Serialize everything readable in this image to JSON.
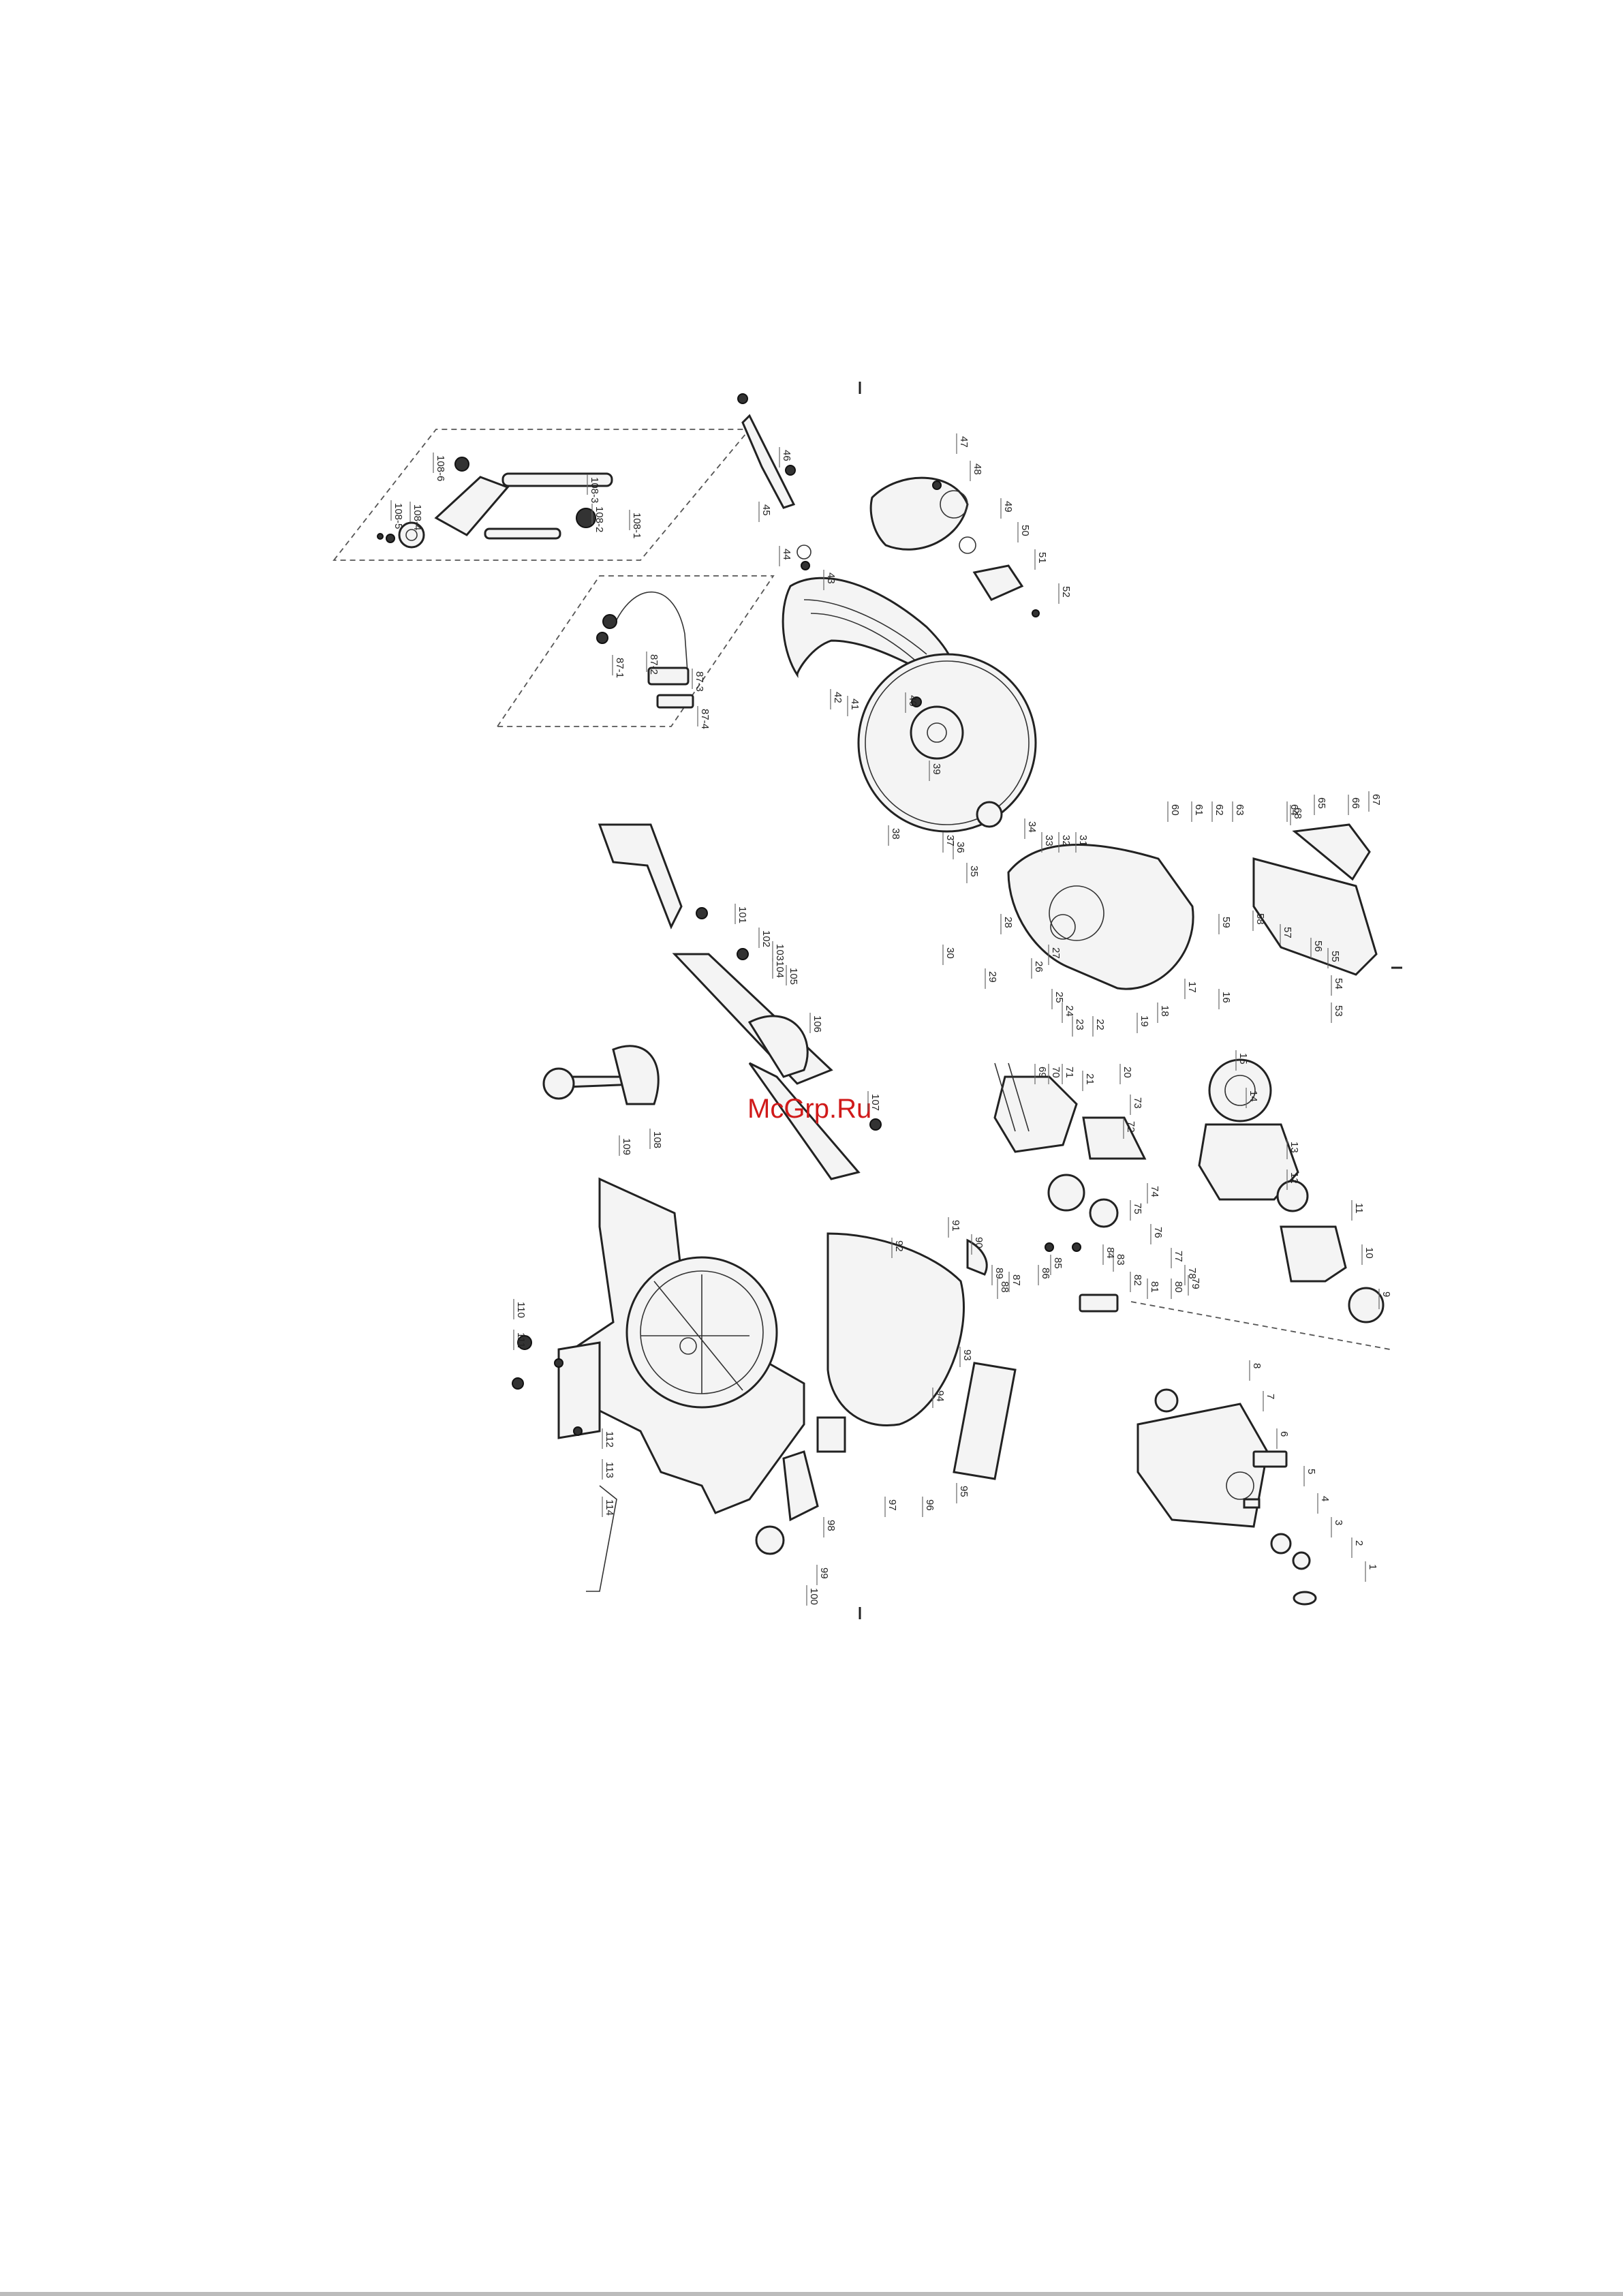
{
  "watermark": "McGrp.Ru",
  "parts": [
    {
      "id": "1"
    },
    {
      "id": "2"
    },
    {
      "id": "3"
    },
    {
      "id": "4"
    },
    {
      "id": "5"
    },
    {
      "id": "6"
    },
    {
      "id": "7"
    },
    {
      "id": "8"
    },
    {
      "id": "9"
    },
    {
      "id": "10"
    },
    {
      "id": "11"
    },
    {
      "id": "12"
    },
    {
      "id": "13"
    },
    {
      "id": "14"
    },
    {
      "id": "15"
    },
    {
      "id": "16"
    },
    {
      "id": "17"
    },
    {
      "id": "18"
    },
    {
      "id": "19"
    },
    {
      "id": "20"
    },
    {
      "id": "21"
    },
    {
      "id": "22"
    },
    {
      "id": "23"
    },
    {
      "id": "24"
    },
    {
      "id": "25"
    },
    {
      "id": "26"
    },
    {
      "id": "27"
    },
    {
      "id": "28"
    },
    {
      "id": "29"
    },
    {
      "id": "30"
    },
    {
      "id": "31"
    },
    {
      "id": "32"
    },
    {
      "id": "33"
    },
    {
      "id": "34"
    },
    {
      "id": "35"
    },
    {
      "id": "36"
    },
    {
      "id": "37"
    },
    {
      "id": "38"
    },
    {
      "id": "39"
    },
    {
      "id": "40"
    },
    {
      "id": "41"
    },
    {
      "id": "42"
    },
    {
      "id": "43"
    },
    {
      "id": "44"
    },
    {
      "id": "45"
    },
    {
      "id": "46"
    },
    {
      "id": "47"
    },
    {
      "id": "48"
    },
    {
      "id": "49"
    },
    {
      "id": "50"
    },
    {
      "id": "51"
    },
    {
      "id": "52"
    },
    {
      "id": "53"
    },
    {
      "id": "54"
    },
    {
      "id": "55"
    },
    {
      "id": "56"
    },
    {
      "id": "57"
    },
    {
      "id": "58"
    },
    {
      "id": "59"
    },
    {
      "id": "60"
    },
    {
      "id": "61"
    },
    {
      "id": "62"
    },
    {
      "id": "63"
    },
    {
      "id": "64"
    },
    {
      "id": "65"
    },
    {
      "id": "66"
    },
    {
      "id": "67"
    },
    {
      "id": "68"
    },
    {
      "id": "69"
    },
    {
      "id": "70"
    },
    {
      "id": "71"
    },
    {
      "id": "72"
    },
    {
      "id": "73"
    },
    {
      "id": "74"
    },
    {
      "id": "75"
    },
    {
      "id": "76"
    },
    {
      "id": "77"
    },
    {
      "id": "78"
    },
    {
      "id": "79"
    },
    {
      "id": "80"
    },
    {
      "id": "81"
    },
    {
      "id": "82"
    },
    {
      "id": "83"
    },
    {
      "id": "84"
    },
    {
      "id": "85"
    },
    {
      "id": "86"
    },
    {
      "id": "87"
    },
    {
      "id": "88"
    },
    {
      "id": "89"
    },
    {
      "id": "90"
    },
    {
      "id": "91"
    },
    {
      "id": "92"
    },
    {
      "id": "93"
    },
    {
      "id": "94"
    },
    {
      "id": "95"
    },
    {
      "id": "96"
    },
    {
      "id": "97"
    },
    {
      "id": "98"
    },
    {
      "id": "99"
    },
    {
      "id": "100"
    },
    {
      "id": "101"
    },
    {
      "id": "102"
    },
    {
      "id": "103"
    },
    {
      "id": "104"
    },
    {
      "id": "105"
    },
    {
      "id": "106"
    },
    {
      "id": "107"
    },
    {
      "id": "108"
    },
    {
      "id": "109"
    },
    {
      "id": "110"
    },
    {
      "id": "111"
    },
    {
      "id": "112"
    },
    {
      "id": "113"
    },
    {
      "id": "114"
    },
    {
      "id": "108-1"
    },
    {
      "id": "108-2"
    },
    {
      "id": "108-3"
    },
    {
      "id": "108-4"
    },
    {
      "id": "108-5"
    },
    {
      "id": "108-6"
    },
    {
      "id": "87-1"
    },
    {
      "id": "87-2"
    },
    {
      "id": "87-3"
    },
    {
      "id": "87-4"
    }
  ]
}
